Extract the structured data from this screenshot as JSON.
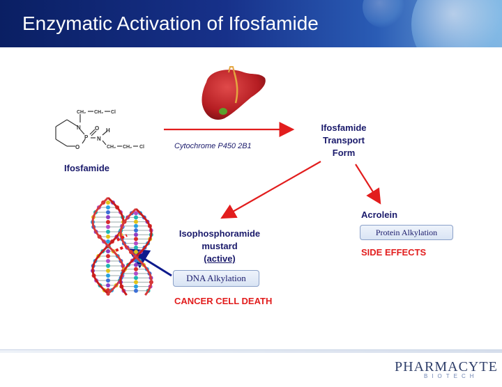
{
  "header": {
    "title": "Enzymatic Activation of Ifosfamide"
  },
  "structure": {
    "atoms": {
      "ch2": "CH₂",
      "cl": "Cl",
      "n": "N",
      "p": "P",
      "o": "O",
      "h": "H"
    }
  },
  "nodes": {
    "ifosfamide": "Ifosfamide",
    "enzyme": "Cytochrome P450 2B1",
    "transport_line1": "Ifosfamide",
    "transport_line2": "Transport",
    "transport_line3": "Form",
    "acrolein": "Acrolein",
    "protein_alkylation": "Protein Alkylation",
    "side_effects": "SIDE EFFECTS",
    "mustard_line1": "Isophosphoramide",
    "mustard_line2": "mustard",
    "mustard_line3": "(active)",
    "dna_alkylation": "DNA Alkylation",
    "cancer_cell_death": "CANCER CELL DEATH"
  },
  "logo": {
    "main": "PHARMACYTE",
    "sub": "BIOTECH"
  },
  "colors": {
    "arrow_red": "#e21d1d",
    "arrow_blue": "#0d1a8c",
    "text_dark": "#1a1a6b",
    "liver": "#b51d22"
  }
}
